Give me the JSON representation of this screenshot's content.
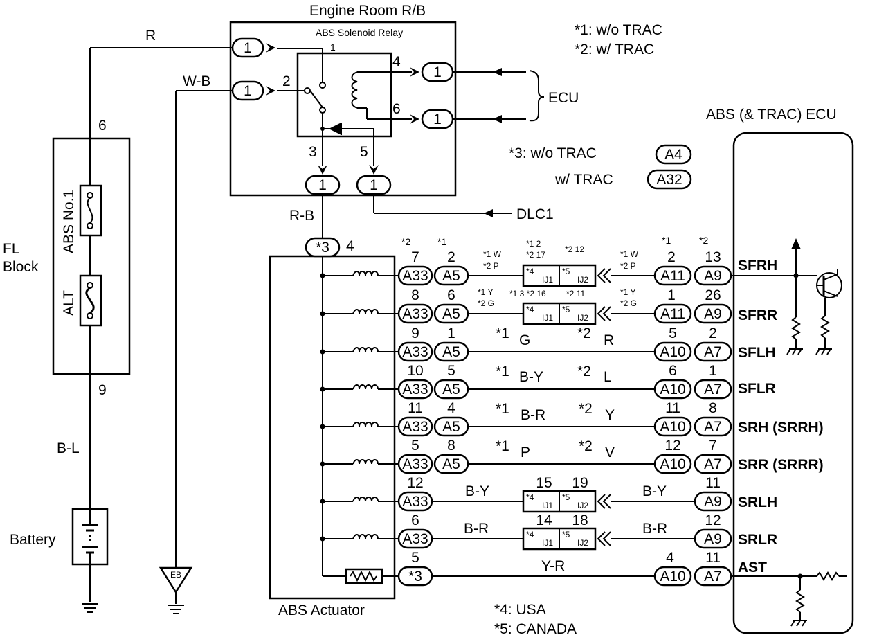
{
  "notes": {
    "n1": "*1:   w/o TRAC",
    "n2": "*2:   w/ TRAC",
    "n3a": "*3:   w/o TRAC",
    "n3a_tag": "A4",
    "n3b": "w/ TRAC",
    "n3b_tag": "A32",
    "n4": "*4:   USA",
    "n5": "*5:   CANADA"
  },
  "relay_box": {
    "title": "Engine Room R/B",
    "relay": "ABS Solenoid Relay",
    "pin": "1",
    "term1": "1",
    "term2": "2",
    "term3": "3",
    "term4": "4",
    "term5": "5",
    "term6": "6"
  },
  "fl_block": {
    "name": "FL Block",
    "fuse1": "ABS No.1",
    "fuse2": "ALT",
    "top_pin": "6",
    "bottom_pin": "9"
  },
  "wires": {
    "r": "R",
    "wb": "W-B",
    "rb": "R-B",
    "bl": "B-L",
    "ecu": "ECU",
    "dlc1": "DLC1"
  },
  "battery": "Battery",
  "ground_eb": "EB",
  "actuator": {
    "name": "ABS Actuator",
    "star3": "*3",
    "pin4": "4"
  },
  "ecu": {
    "name": "ABS (& TRAC) ECU"
  },
  "header_marks": {
    "s2a": "*2",
    "s1a": "*1",
    "s1b": "*1",
    "s2b": "*2"
  },
  "connectors": {
    "a33": "A33",
    "a5": "A5",
    "a11": "A11",
    "a9": "A9",
    "a10": "A10",
    "a7": "A7",
    "star3": "*3",
    "ij_star4": "*4",
    "ij1": "IJ1",
    "ij_star5": "*5",
    "ij2": "IJ2"
  },
  "rows": [
    {
      "sig": "SFRH",
      "p1": "7",
      "p2": "2",
      "c3": "A11",
      "c4": "A9",
      "p3": "2",
      "p4": "13",
      "lw1": "*1 W",
      "lw2": "*2 P",
      "jt1": "*1 2",
      "jt2": "*2 17",
      "jt3": "*2 12",
      "rw1": "*1 W",
      "rw2": "*2 P"
    },
    {
      "sig": "SFRR",
      "p1": "8",
      "p2": "6",
      "c3": "A11",
      "c4": "A9",
      "p3": "1",
      "p4": "26",
      "lw1": "*1 Y",
      "lw2": "*2 G",
      "jt1": "*1 3 *2 16",
      "jt3": "*2 11",
      "rw1": "*1 Y",
      "rw2": "*2 G"
    },
    {
      "sig": "SFLH",
      "p1": "9",
      "p2": "1",
      "c3": "A10",
      "c4": "A7",
      "p3": "5",
      "p4": "2",
      "m1": "*1",
      "m1c": "G",
      "m2": "*2",
      "m2c": "R"
    },
    {
      "sig": "SFLR",
      "p1": "10",
      "p2": "5",
      "c3": "A10",
      "c4": "A7",
      "p3": "6",
      "p4": "1",
      "m1": "*1",
      "m1c": "B-Y",
      "m2": "*2",
      "m2c": "L"
    },
    {
      "sig": "SRH (SRRH)",
      "p1": "11",
      "p2": "4",
      "c3": "A10",
      "c4": "A7",
      "p3": "11",
      "p4": "8",
      "m1": "*1",
      "m1c": "B-R",
      "m2": "*2",
      "m2c": "Y"
    },
    {
      "sig": "SRR (SRRR)",
      "p1": "5",
      "p2": "8",
      "c3": "A10",
      "c4": "A7",
      "p3": "12",
      "p4": "7",
      "m1": "*1",
      "m1c": "P",
      "m2": "*2",
      "m2c": "V"
    },
    {
      "sig": "SRLH",
      "p1": "12",
      "c4": "A9",
      "p4": "11",
      "lc": "B-Y",
      "rc": "B-Y",
      "jp1": "15",
      "jp2": "19"
    },
    {
      "sig": "SRLR",
      "p1": "6",
      "c4": "A9",
      "p4": "12",
      "lc": "B-R",
      "rc": "B-R",
      "jp1": "14",
      "jp2": "18"
    },
    {
      "sig": "AST",
      "p1": "5",
      "c3": "A10",
      "c4": "A7",
      "p3": "4",
      "p4": "11",
      "mid": "Y-R"
    }
  ]
}
